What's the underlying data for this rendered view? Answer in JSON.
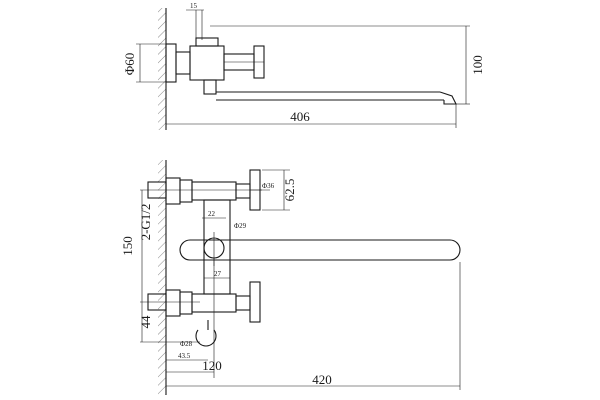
{
  "top_view": {
    "dim_diameter_label": "Φ60",
    "dim_height_label": "100",
    "dim_length_label": "406",
    "dim_small_label": "15"
  },
  "front_view": {
    "dim_thread_label": "2-G1/2",
    "dim_center_label": "150",
    "dim_handle_label": "62.5",
    "dim_small_a": "22",
    "dim_small_b": "Φ29",
    "dim_small_c": "27",
    "dim_small_d": "Φ36",
    "dim_bottom_label": "44",
    "dim_hook_label": "Φ28",
    "dim_hook_offset": "43.5",
    "dim_offset_label": "120",
    "dim_total_label": "420"
  }
}
